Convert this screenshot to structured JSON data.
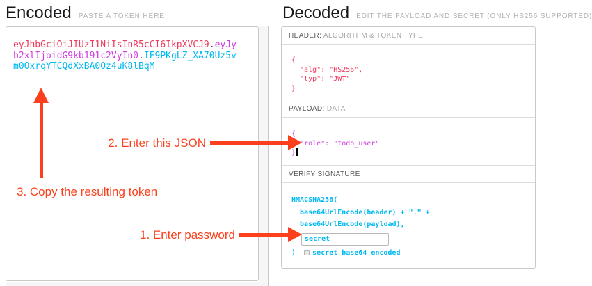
{
  "encoded": {
    "title": "Encoded",
    "subtitle": "PASTE A TOKEN HERE",
    "token_lines": [
      {
        "segments": [
          {
            "part": "header",
            "text": "eyJhbGciOiJIUzI1NiIsInR5cCI6IkpXVCJ9"
          },
          {
            "part": "dot",
            "text": "."
          },
          {
            "part": "payload",
            "text": "eyJy"
          }
        ]
      },
      {
        "segments": [
          {
            "part": "payload",
            "text": "b2xlIjoidG9kb191c2VyIn0"
          },
          {
            "part": "dot",
            "text": "."
          },
          {
            "part": "signature",
            "text": "IF9PKgLZ_XA70Uz5v"
          }
        ]
      },
      {
        "segments": [
          {
            "part": "signature",
            "text": "m0OxrqYTCQdXxBA0Oz4uK8lBqM"
          }
        ]
      }
    ]
  },
  "decoded": {
    "title": "Decoded",
    "subtitle": "EDIT THE PAYLOAD AND SECRET (ONLY HS256 SUPPORTED)",
    "header_section": {
      "label_primary": "HEADER:",
      "label_secondary": " ALGORITHM & TOKEN TYPE",
      "code_lines": [
        "{",
        "  \"alg\": \"HS256\",",
        "  \"typ\": \"JWT\"",
        "}"
      ]
    },
    "payload_section": {
      "label_primary": "PAYLOAD:",
      "label_secondary": " DATA",
      "code_lines": [
        "{",
        "  \"role\": \"todo_user\"",
        "}"
      ]
    },
    "signature_section": {
      "label_primary": "VERIFY SIGNATURE",
      "code_lines": [
        "HMACSHA256(",
        "  base64UrlEncode(header) + \".\" +",
        "  base64UrlEncode(payload),"
      ],
      "secret_value": "secret",
      "close_paren": ") ",
      "checkbox_label": "secret base64 encoded",
      "checkbox_checked": false
    }
  },
  "annotations": {
    "step1": "1. Enter password",
    "step2": "2. Enter this JSON",
    "step3": "3. Copy the resulting token"
  },
  "colors": {
    "token_header": "#ef3b5d",
    "token_payload": "#cf3be0",
    "token_signature": "#00b9f1",
    "annotation": "#fc401d"
  }
}
